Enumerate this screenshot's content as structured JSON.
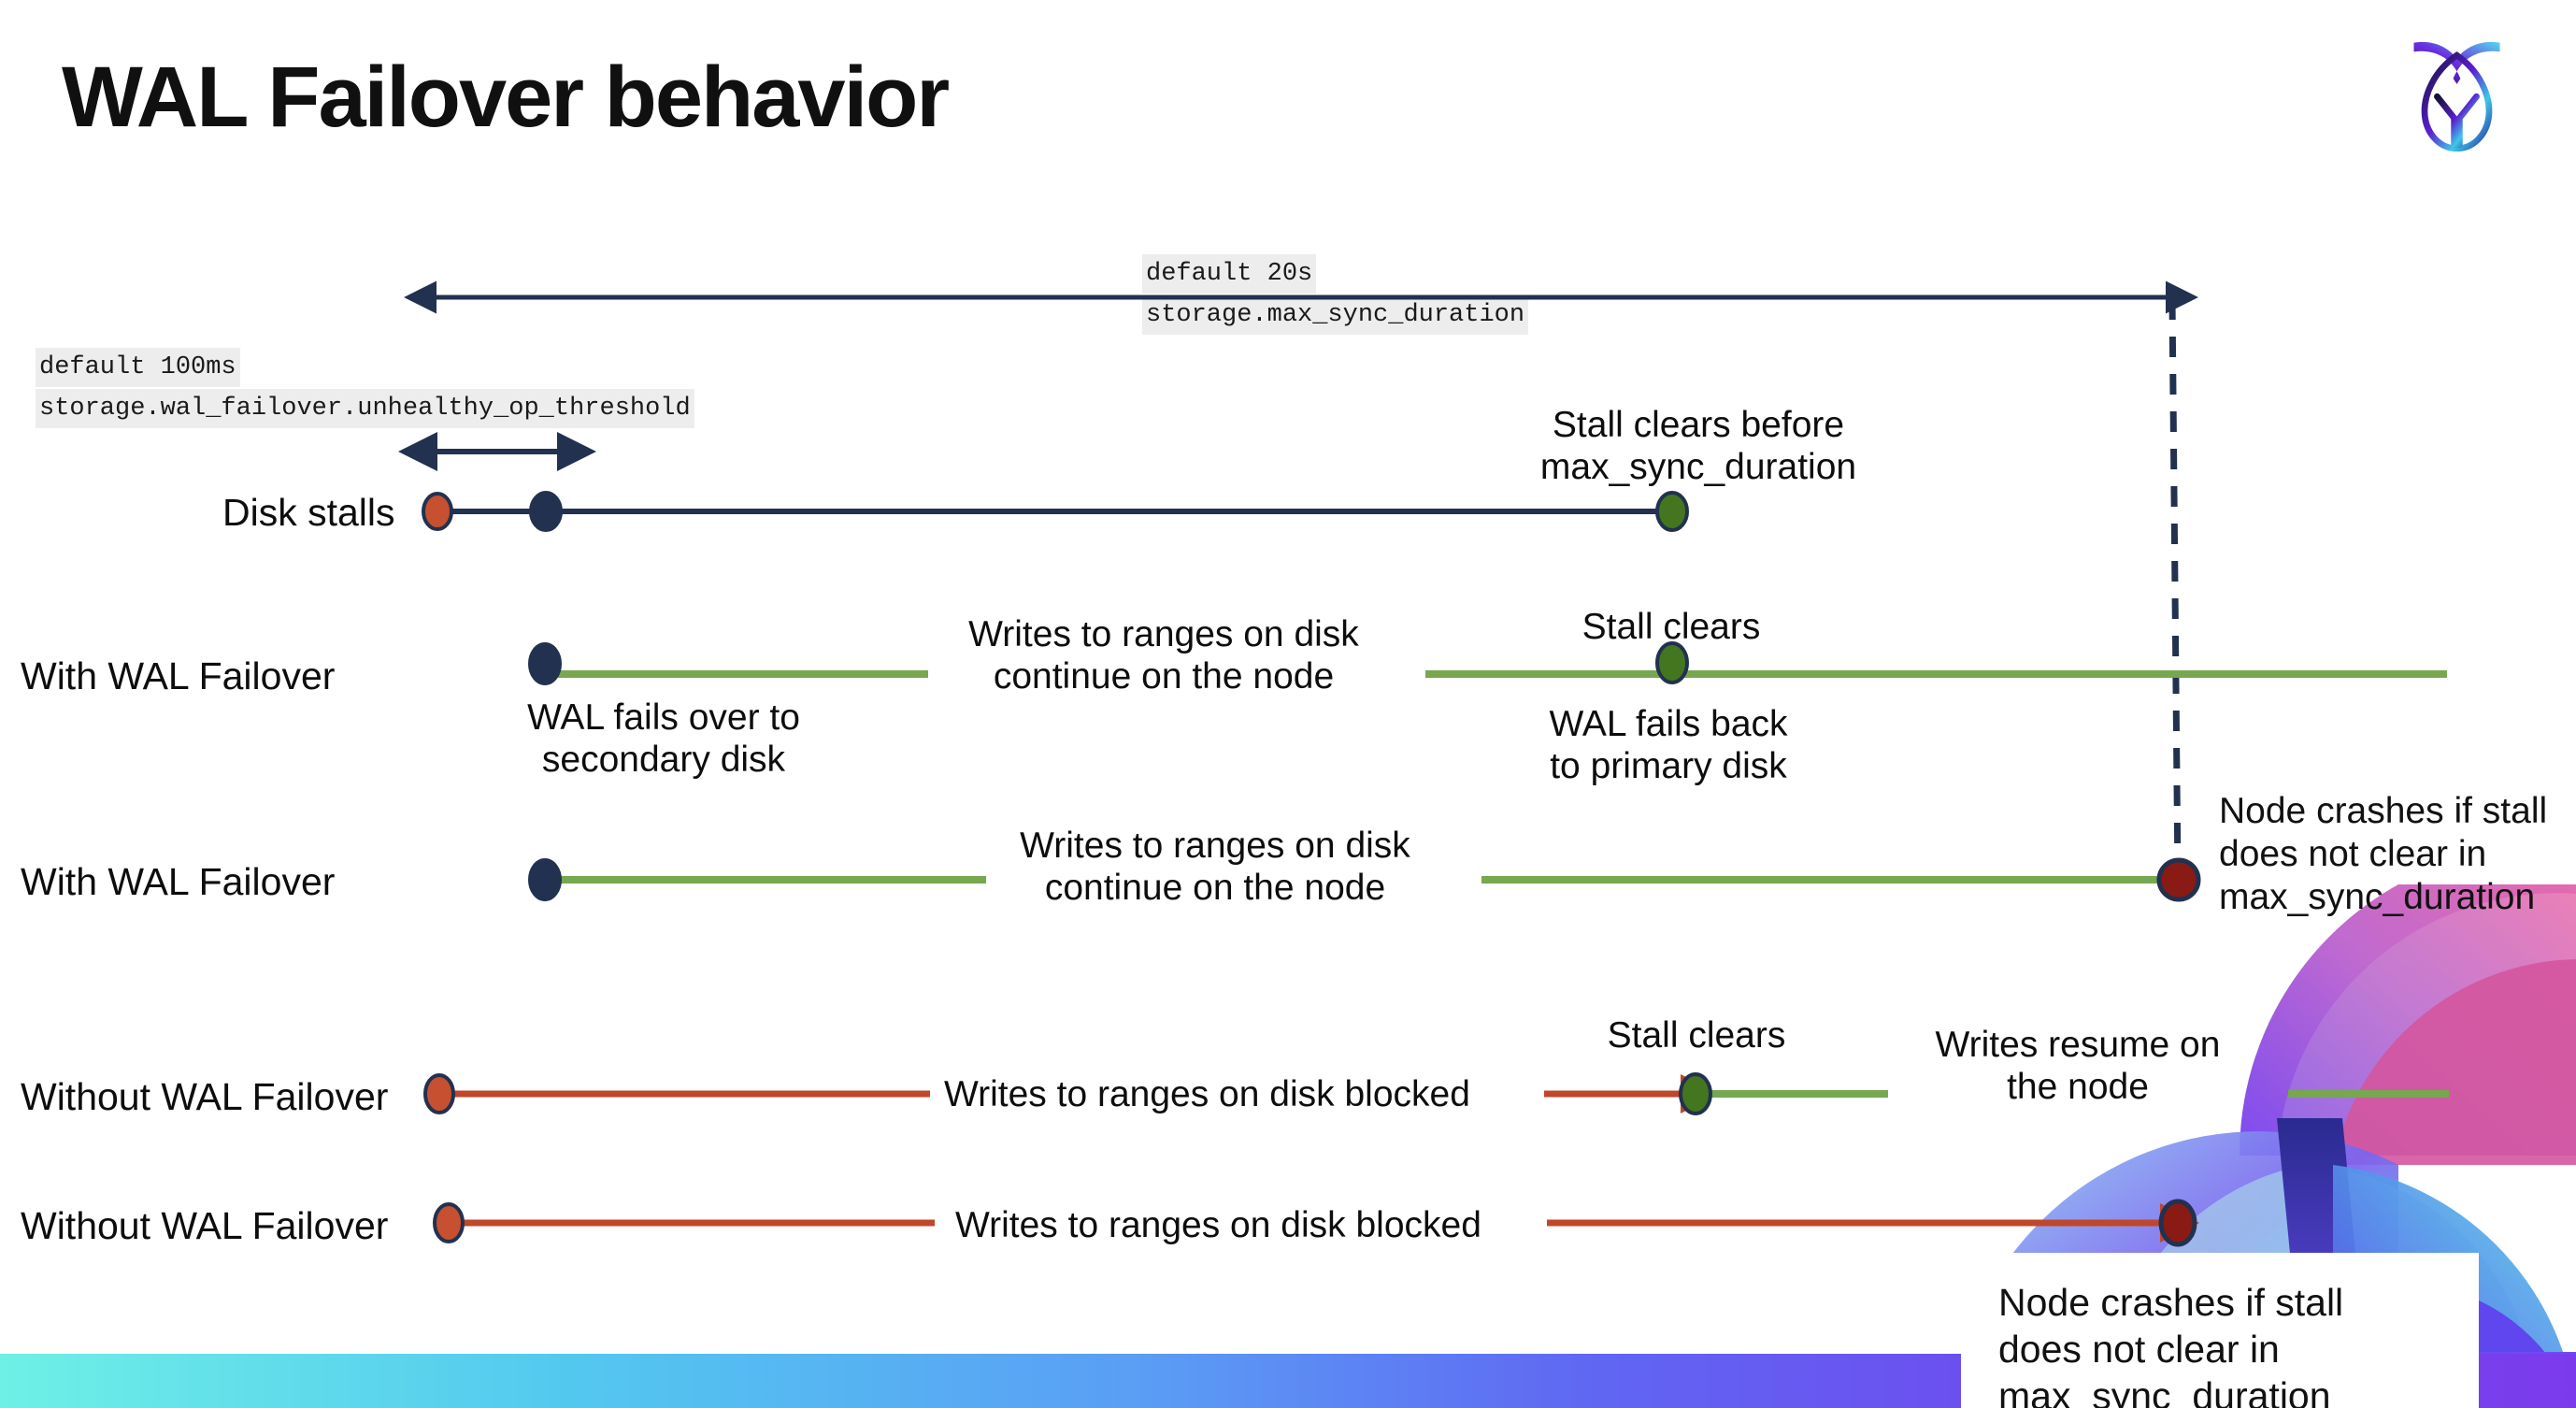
{
  "slide": {
    "title": "WAL Failover behavior",
    "logo_name": "cockroachdb-logo"
  },
  "colors": {
    "navy": "#22314f",
    "green_line": "#77a74f",
    "red_line": "#c0472a",
    "dot_red_orange": "#c65030",
    "dot_navy": "#22314f",
    "dot_green": "#43761f",
    "dot_darkred": "#8a1a14",
    "chip_bg": "#ededed",
    "accent_cyan": "#6ef0e6",
    "accent_purple": "#7b3bec"
  },
  "settings": {
    "max_sync": {
      "default": "default 20s",
      "name": "storage.max_sync_duration"
    },
    "unhealthy_op": {
      "default": "default 100ms",
      "name": "storage.wal_failover.unhealthy_op_threshold"
    }
  },
  "rows": {
    "disk_stalls": {
      "label": "Disk stalls",
      "annotation": "Stall clears before\nmax_sync_duration"
    },
    "with_failover_1": {
      "label": "With WAL Failover",
      "ann_failover": "WAL fails over to\nsecondary disk",
      "ann_writes": "Writes to ranges on disk\ncontinue on the node",
      "ann_stall_clears": "Stall clears",
      "ann_fails_back": "WAL fails  back\nto primary disk"
    },
    "with_failover_2": {
      "label": "With WAL Failover",
      "ann_writes": "Writes to ranges on disk\ncontinue on the node",
      "ann_crash": "Node crashes if stall\ndoes not clear in\nmax_sync_duration"
    },
    "without_failover_1": {
      "label": "Without WAL Failover",
      "ann_blocked": "Writes to ranges on disk  blocked",
      "ann_stall_clears": "Stall clears",
      "ann_resume": "Writes resume on\nthe node"
    },
    "without_failover_2": {
      "label": "Without WAL Failover",
      "ann_blocked": "Writes to ranges on disk  blocked",
      "ann_crash": "Node crashes if stall\ndoes not clear in\nmax_sync_duration"
    }
  }
}
